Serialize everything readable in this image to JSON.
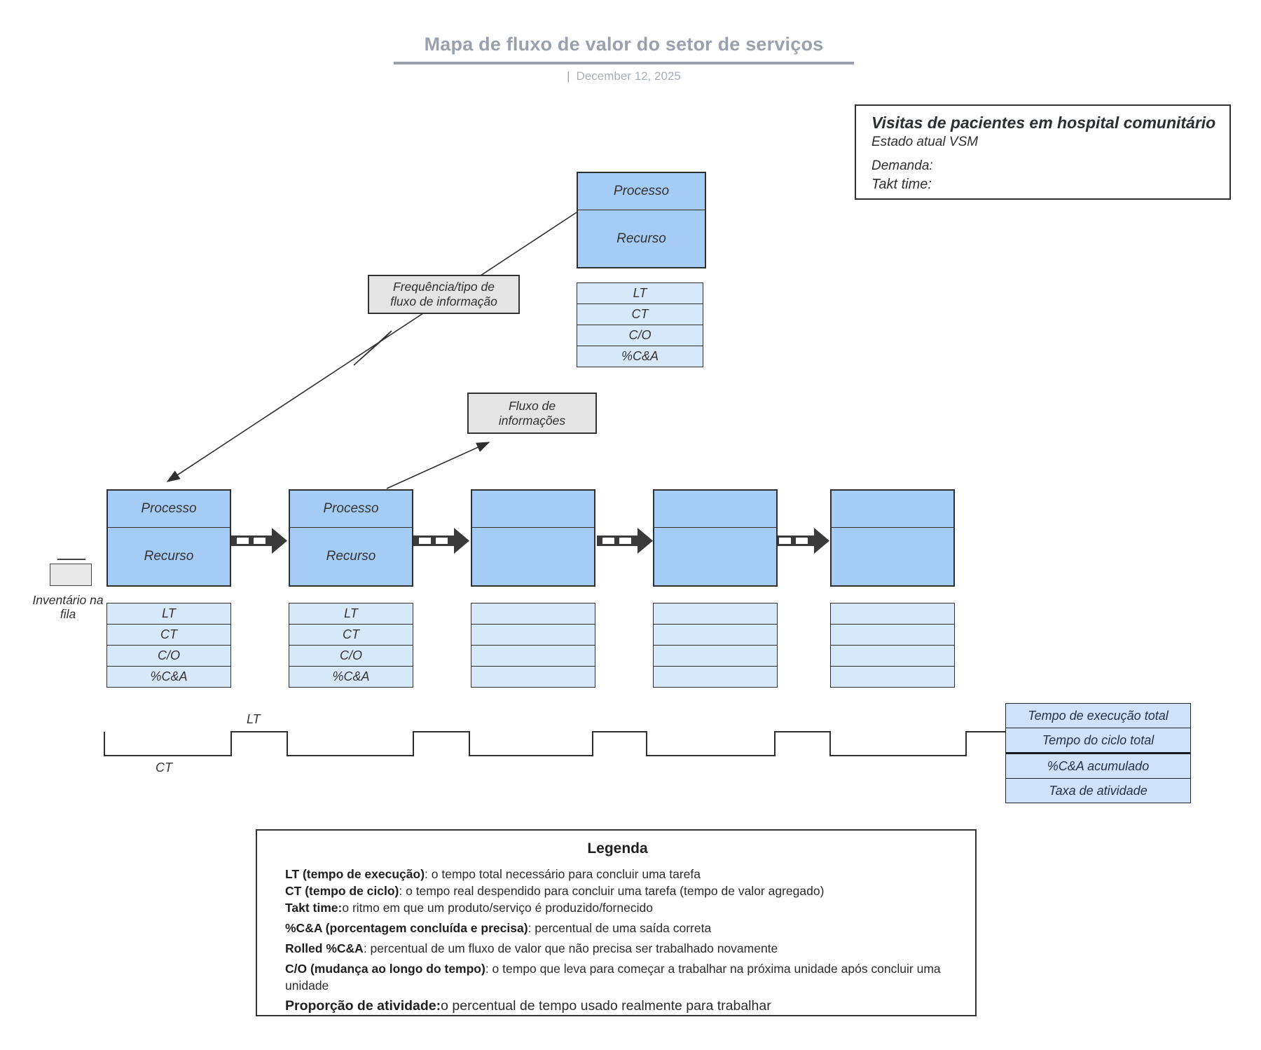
{
  "header": {
    "title": "Mapa de fluxo de valor do setor de serviços",
    "date_separator": "|",
    "date": "December 12, 2025"
  },
  "info_box": {
    "title": "Visitas de pacientes em hospital comunitário",
    "subtitle": "Estado atual VSM",
    "demand_label": "Demanda:",
    "takt_label": "Takt time:"
  },
  "top_process": {
    "process": "Processo",
    "resource": "Recurso",
    "metrics": [
      "LT",
      "CT",
      "C/O",
      "%C&A"
    ]
  },
  "gray_boxes": {
    "frequency": "Frequência/tipo de fluxo de informação",
    "info_flow": "Fluxo de informações"
  },
  "inventory_label": "Inventário na fila",
  "process_columns": [
    {
      "process": "Processo",
      "resource": "Recurso",
      "metrics": [
        "LT",
        "CT",
        "C/O",
        "%C&A"
      ]
    },
    {
      "process": "Processo",
      "resource": "Recurso",
      "metrics": [
        "LT",
        "CT",
        "C/O",
        "%C&A"
      ]
    },
    {
      "process": "",
      "resource": "",
      "metrics": [
        "",
        "",
        "",
        ""
      ]
    },
    {
      "process": "",
      "resource": "",
      "metrics": [
        "",
        "",
        "",
        ""
      ]
    },
    {
      "process": "",
      "resource": "",
      "metrics": [
        "",
        "",
        "",
        ""
      ]
    }
  ],
  "timeline": {
    "lt_label": "LT",
    "ct_label": "CT"
  },
  "summary_rows": [
    "Tempo de execução total",
    "Tempo do ciclo total",
    "%C&A acumulado",
    "Taxa de atividade"
  ],
  "legend": {
    "title": "Legenda",
    "items": [
      {
        "term": "LT (tempo de execução)",
        "desc": ": o tempo total necessário para concluir uma tarefa"
      },
      {
        "term": "CT (tempo de ciclo)",
        "desc": ": o tempo real despendido para concluir uma tarefa (tempo de valor agregado)"
      },
      {
        "term": "Takt time:",
        "desc": "o ritmo em que um produto/serviço é produzido/fornecido"
      },
      {
        "term": "%C&A (porcentagem concluída e precisa)",
        "desc": ": percentual de uma saída correta"
      },
      {
        "term": "Rolled %C&A",
        "desc": ": percentual de um fluxo de valor que não precisa ser trabalhado novamente"
      },
      {
        "term": "C/O (mudança ao longo do tempo)",
        "desc": ": o tempo que leva para começar a trabalhar na próxima unidade após concluir uma unidade"
      },
      {
        "term": "Proporção de atividade:",
        "desc": "o percentual de tempo usado realmente para trabalhar"
      }
    ]
  },
  "colors": {
    "process_fill": "#a5ccf4",
    "metric_fill": "#d8e8fb",
    "summary_fill": "#cfe2f9",
    "gray_fill": "#e4e4e4",
    "stroke": "#2f2f2f",
    "title_gray": "#9aa1ad"
  }
}
